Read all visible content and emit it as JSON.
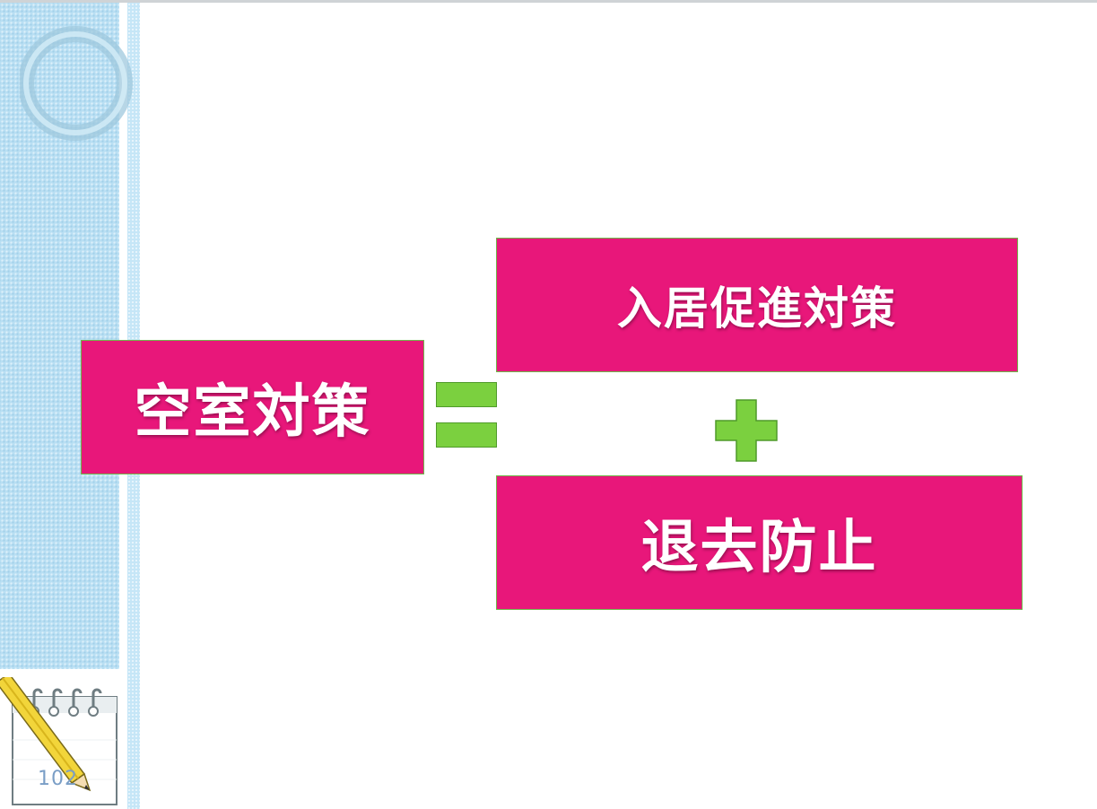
{
  "slide": {
    "left_box_text": "空室対策",
    "top_box_text": "入居促進対策",
    "bottom_box_text": "退去防止",
    "equals_symbol": "equals-sign",
    "plus_symbol": "plus-sign",
    "page_number": "102"
  },
  "colors": {
    "box_fill": "#e8177a",
    "box_border": "#6fb74a",
    "symbol_green": "#7bd03f",
    "sidebar_blue": "#b9dff3",
    "page_number": "#7a9ec6"
  },
  "icons": {
    "decoration": "ring-decoration",
    "notepad": "notepad-pencil-icon"
  }
}
